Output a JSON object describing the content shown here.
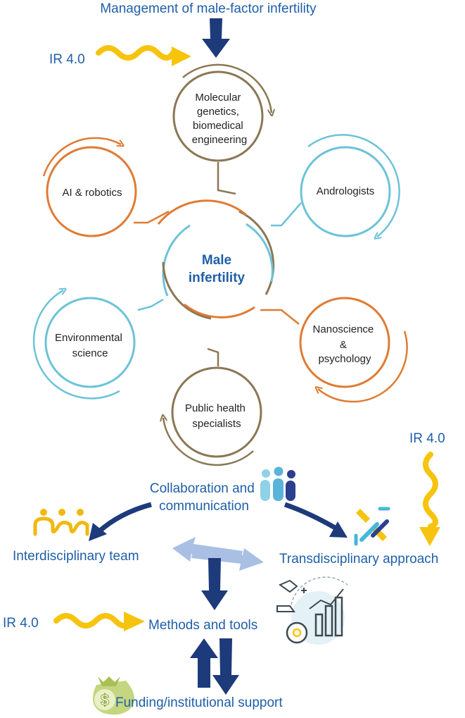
{
  "title": "Management of male-factor infertility",
  "ir40": {
    "top": "IR 4.0",
    "right": "IR 4.0",
    "methods": "IR 4.0"
  },
  "center": {
    "line1": "Male",
    "line2": "infertility"
  },
  "disciplines": {
    "molecular": [
      "Molecular",
      "genetics,",
      "biomedical",
      "engineering"
    ],
    "andrologists": [
      "Andrologists"
    ],
    "ai": [
      "AI & robotics"
    ],
    "nanoscience": [
      "Nanoscience",
      "&",
      "psychology"
    ],
    "environmental": [
      "Environmental",
      "science"
    ],
    "public_health": [
      "Public health",
      "specialists"
    ]
  },
  "flow": {
    "collaboration": [
      "Collaboration and",
      "communication"
    ],
    "interdisciplinary": "Interdisciplinary team",
    "transdisciplinary": "Transdisciplinary approach",
    "methods": "Methods and tools",
    "funding": "Funding/institutional support"
  },
  "icons": [
    "people-icon",
    "team-icon",
    "puzzle-link-icon",
    "analytics-icon",
    "money-bag-icon"
  ],
  "colors": {
    "blue_text": "#1f5fa8",
    "navy_arrow": "#1d3a7a",
    "yellow": "#f6c40d",
    "orange": "#e07b33",
    "cyan": "#6cc3d8",
    "brown": "#8a7754",
    "light_arrow": "#a9bfe3"
  }
}
